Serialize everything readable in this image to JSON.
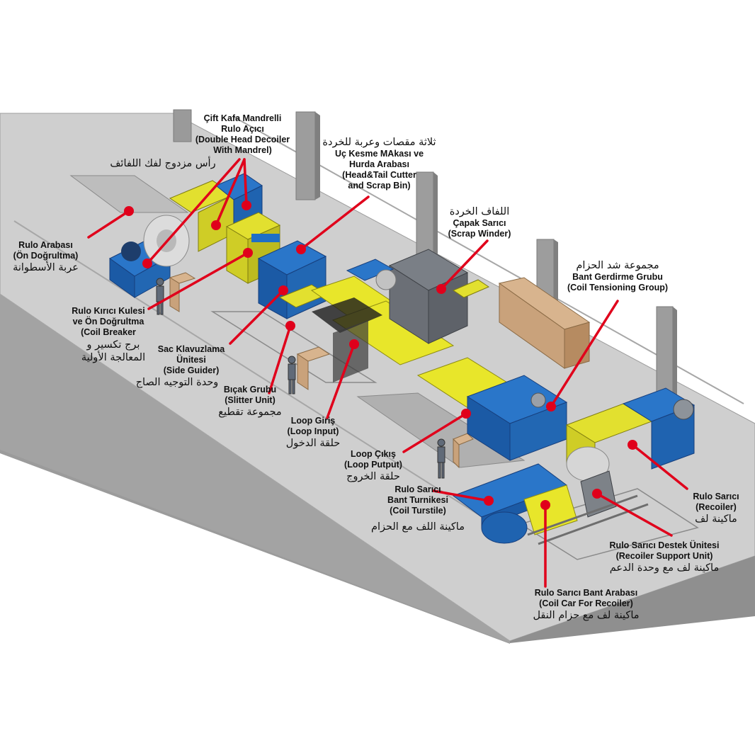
{
  "colors": {
    "leader": "#e0001b",
    "floor": "#cfcfcf",
    "floor_side": "#b5b5b5",
    "floor_front": "#9a9a9a",
    "machine_blue": "#1f6fc6",
    "machine_dark": "#153f86",
    "strip_yellow": "#e8e62a",
    "grey_machine": "#7d8288",
    "carton": "#c9a27b"
  },
  "labels": {
    "double_head_decoiler": {
      "lines": [
        "Çift Kafa Mandrelli",
        "Rulo Açıcı",
        "(Double Head Decoiler",
        "With Mandrel)"
      ],
      "arabic": "رأس مزدوج لفك اللفائف"
    },
    "head_tail_cutter": {
      "arabic": "ثلاثة مقصات وعربة للخردة",
      "lines": [
        "Uç Kesme MAkası ve",
        "Hurda Arabası",
        "(Head&Tail Cutter",
        "and Scrap Bin)"
      ]
    },
    "scrap_winder": {
      "arabic": "اللفاف الخردة",
      "lines": [
        "Çapak Sarıcı",
        "(Scrap Winder)"
      ]
    },
    "coil_tensioning": {
      "arabic": "مجموعة شد الحزام",
      "lines": [
        "Bant Gerdirme Grubu",
        "(Coil Tensioning Group)"
      ]
    },
    "coil_car": {
      "lines": [
        "Rulo Arabası",
        "(Ön Doğrultma)"
      ],
      "arabic": "عربة الأسطوانة"
    },
    "coil_breaker": {
      "lines": [
        "Rulo Kırıcı Kulesi",
        "ve Ön Doğrultma",
        "(Coil Breaker"
      ],
      "arabic": "برج تكسير و المعالجة الأولية"
    },
    "side_guider": {
      "lines": [
        "Sac Klavuzlama",
        "Ünitesi",
        "(Side Guider)"
      ],
      "arabic": "وحدة التوجيه الصاج"
    },
    "slitter_unit": {
      "lines": [
        "Bıçak Grubu",
        "(Slitter Unit)"
      ],
      "arabic": "مجموعة تقطيع"
    },
    "loop_input": {
      "lines": [
        "Loop Giriş",
        "(Loop Input)"
      ],
      "arabic": "حلقة  الدخول"
    },
    "loop_output": {
      "lines": [
        "Loop Çıkış",
        "(Loop Putput)"
      ],
      "arabic": "حلقة  الخروج"
    },
    "coil_turnstile": {
      "lines": [
        "Rulo Sarıcı",
        "Bant  Turnikesi",
        "(Coil Turstile)"
      ],
      "arabic": "ماكينة اللف مع الحزام"
    },
    "recoiler": {
      "lines": [
        "Rulo  Sarıcı",
        "(Recoiler)"
      ],
      "arabic": "ماكينة لف"
    },
    "recoiler_support": {
      "lines": [
        "Rulo Sarıcı Destek Ünitesi",
        "(Recoiler Support Unit)"
      ],
      "arabic": "ماكينة لف مع وحدة الدعم"
    },
    "coil_car_recoiler": {
      "lines": [
        "Rulo Sarıcı Bant Arabası",
        "(Coil Car For Recoiler)"
      ],
      "arabic": "ماكينة لف مع حزام النقل"
    }
  }
}
